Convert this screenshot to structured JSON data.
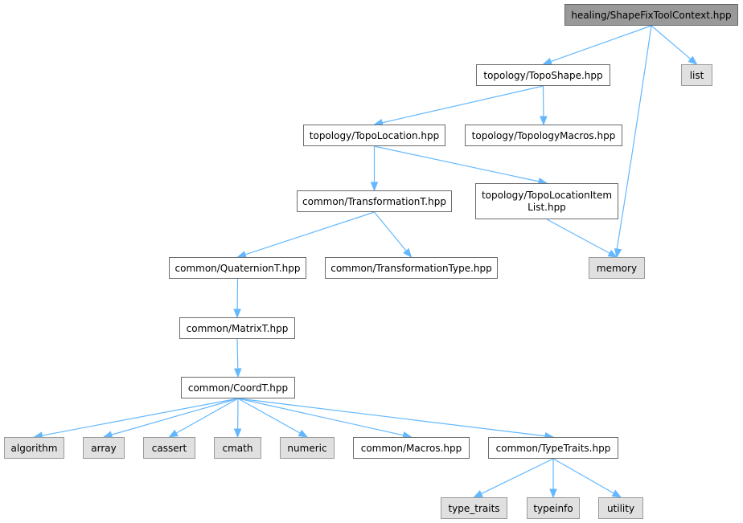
{
  "diagram": {
    "type": "include-dependency-graph",
    "edge_color": "#63b8ff",
    "node_colors": {
      "root_fill": "#999999",
      "internal_fill": "#ffffff",
      "external_fill": "#e0e0e0",
      "border": "#6b6b6b"
    },
    "nodes": {
      "root": "healing/ShapeFixToolContext.hpp",
      "topo_shape": "topology/TopoShape.hpp",
      "list": "list",
      "topo_location": "topology/TopoLocation.hpp",
      "topology_macros": "topology/TopologyMacros.hpp",
      "transformation_t": "common/TransformationT.hpp",
      "topo_location_item_list_line1": "topology/TopoLocationItem",
      "topo_location_item_list_line2": "List.hpp",
      "memory": "memory",
      "quaternion_t": "common/QuaternionT.hpp",
      "transformation_type": "common/TransformationType.hpp",
      "matrix_t": "common/MatrixT.hpp",
      "coord_t": "common/CoordT.hpp",
      "algorithm": "algorithm",
      "array": "array",
      "cassert": "cassert",
      "cmath": "cmath",
      "numeric": "numeric",
      "macros": "common/Macros.hpp",
      "type_traits_hpp": "common/TypeTraits.hpp",
      "type_traits": "type_traits",
      "typeinfo": "typeinfo",
      "utility": "utility"
    },
    "edges": [
      [
        "root",
        "topo_shape"
      ],
      [
        "root",
        "list"
      ],
      [
        "root",
        "memory"
      ],
      [
        "topo_shape",
        "topo_location"
      ],
      [
        "topo_shape",
        "topology_macros"
      ],
      [
        "topo_location",
        "transformation_t"
      ],
      [
        "topo_location",
        "topo_location_item_list"
      ],
      [
        "topo_location_item_list",
        "memory"
      ],
      [
        "transformation_t",
        "quaternion_t"
      ],
      [
        "transformation_t",
        "transformation_type"
      ],
      [
        "quaternion_t",
        "matrix_t"
      ],
      [
        "matrix_t",
        "coord_t"
      ],
      [
        "coord_t",
        "algorithm"
      ],
      [
        "coord_t",
        "array"
      ],
      [
        "coord_t",
        "cassert"
      ],
      [
        "coord_t",
        "cmath"
      ],
      [
        "coord_t",
        "numeric"
      ],
      [
        "coord_t",
        "macros"
      ],
      [
        "coord_t",
        "type_traits_hpp"
      ],
      [
        "type_traits_hpp",
        "type_traits"
      ],
      [
        "type_traits_hpp",
        "typeinfo"
      ],
      [
        "type_traits_hpp",
        "utility"
      ]
    ]
  }
}
